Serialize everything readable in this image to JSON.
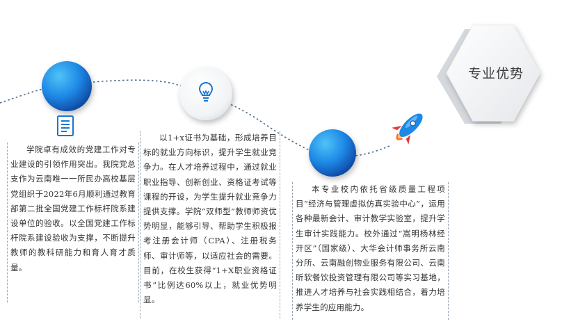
{
  "section_title": "专业优势",
  "paragraphs": {
    "p1": "学院卓有成效的党建工作对专业建设的引领作用突出。我院党总支作为云南唯一一所民办高校基层党组织于2022年6月顺利通过教育部第二批全国党建工作标杆院系建设单位的验收。以全国党建工作标杆院系建设验收为支撑，不断提升教师的教科研能力和育人育才质量。",
    "p2": "以1+x证书为基础，形成培养目标的就业方向标识，提升学生就业竞争力。在人才培养过程中，通过就业职业指导、创新创业、资格证考试等课程的开设，为学生提升就业竞争力提供支撑。学院“双师型”教师师资优势明显，能够引导、帮助学生积极报考注册会计师（CPA）、注册税务师、审计师等，以适应社会的需要。目前，在校生获得“1+X职业资格证书”比例达60%以上，就业优势明显。",
    "p3": "本专业校内依托省级质量工程项目“经济与管理虚拟仿真实验中心”，运用各种最新会计、审计教学实验室，提升学生审计实践能力。校外通过“嵩明杨林经开区”（国家级）、大华会计师事务所云南分所、云南融创物业服务有限公司、云南昕软餐饮投资管理有限公司等实习基地，推进人才培养与社会实践相结合，着力培养学生的应用能力。"
  },
  "colors": {
    "circle_light": "#29b6f6",
    "circle_dark": "#0d47a1",
    "dotted_path": "#4a6a8a",
    "rocket_red": "#e53935",
    "rocket_blue": "#1e88e5"
  },
  "icons": [
    "document-icon",
    "lightbulb-icon",
    "rocket-icon"
  ]
}
